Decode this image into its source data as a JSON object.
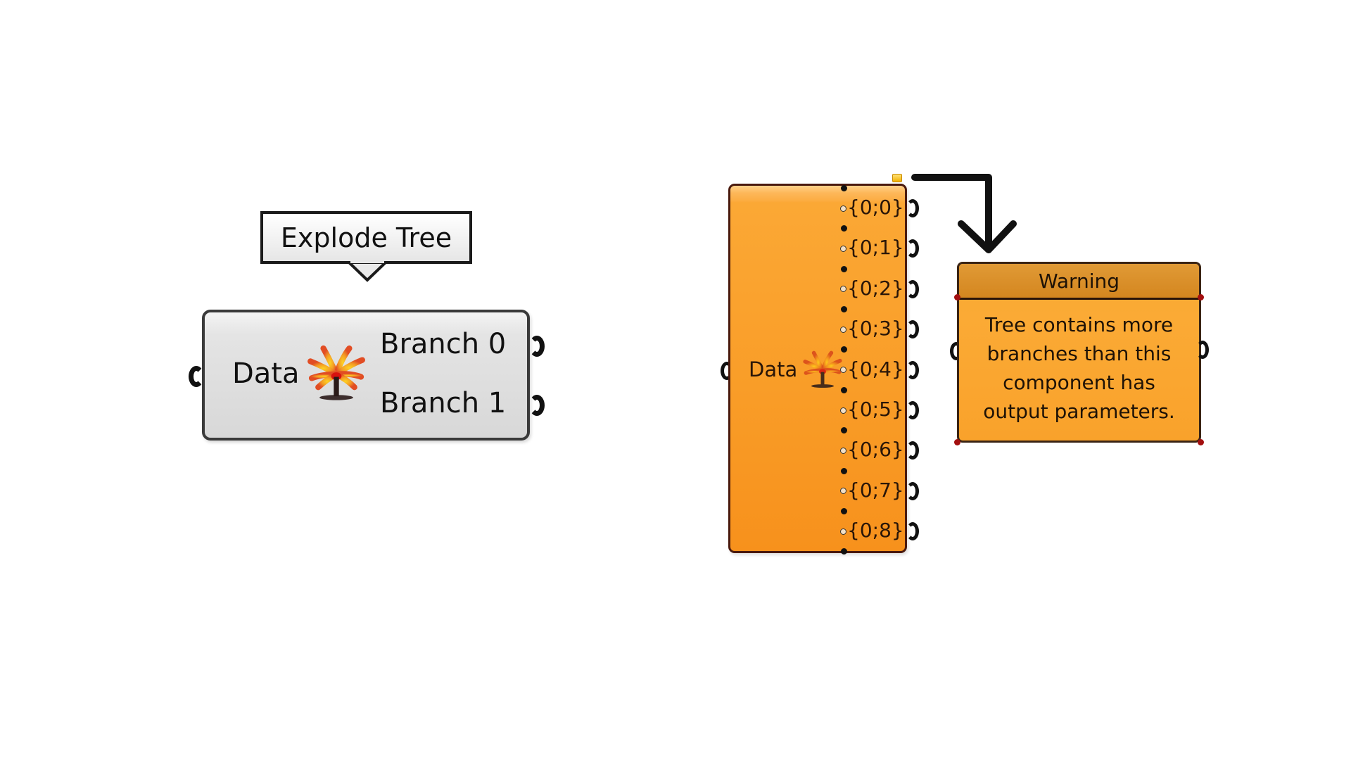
{
  "tooltip": {
    "text": "Explode Tree"
  },
  "explode_tree_component": {
    "input_label": "Data",
    "icon": "tree-icon",
    "outputs": [
      "Branch 0",
      "Branch 1"
    ],
    "colors": {
      "body": "#dcdcdc",
      "border": "#3a3a3a"
    }
  },
  "explode_tree_component_expanded": {
    "input_label": "Data",
    "icon": "tree-icon",
    "outputs": [
      "{0;0}",
      "{0;1}",
      "{0;2}",
      "{0;3}",
      "{0;4}",
      "{0;5}",
      "{0;6}",
      "{0;7}",
      "{0;8}"
    ],
    "state": "warning",
    "colors": {
      "body": "#f99d28",
      "border": "#4a1a0e"
    }
  },
  "warning_panel": {
    "title": "Warning",
    "message_lines": [
      "Tree contains more",
      "branches than this",
      "component has",
      "output parameters."
    ],
    "colors": {
      "header": "#d78a26",
      "body": "#f9a22b"
    }
  },
  "arrow": {
    "icon": "arrow-down-right-icon"
  }
}
